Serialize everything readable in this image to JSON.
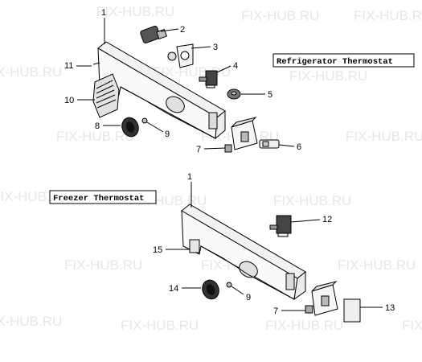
{
  "titles": {
    "refrigerator": "Refrigerator Thermostat",
    "freezer": "Freezer Thermostat"
  },
  "watermark": "FIX-HUB.RU",
  "callouts": {
    "c1a": "1",
    "c2": "2",
    "c3": "3",
    "c4": "4",
    "c5": "5",
    "c6": "6",
    "c7a": "7",
    "c8": "8",
    "c9a": "9",
    "c10": "10",
    "c11": "11",
    "c1b": "1",
    "c12": "12",
    "c13": "13",
    "c14": "14",
    "c15": "15",
    "c9b": "9",
    "c7b": "7"
  }
}
